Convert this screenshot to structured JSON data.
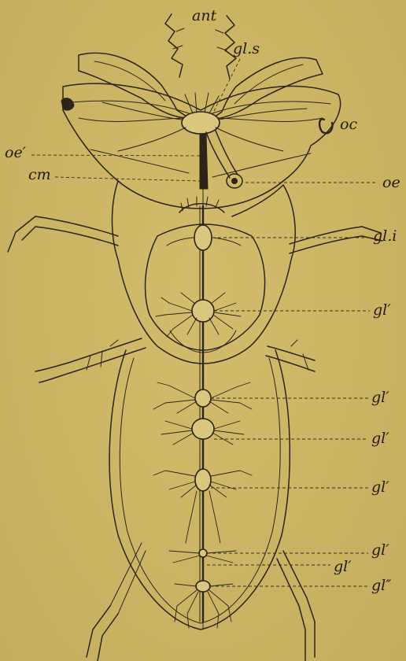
{
  "labels": {
    "ant": "ant",
    "gl_s": "gl.s",
    "oc": "oc",
    "oe_prime": "oe′",
    "cm": "cm",
    "oe": "oe",
    "gl_i": "gl.i",
    "gl1": "gl′",
    "gl2": "gl′",
    "gl3": "gl′",
    "gl4": "gl′",
    "gl5": "gl′",
    "gl6": "gl′",
    "gl7": "gl″"
  }
}
